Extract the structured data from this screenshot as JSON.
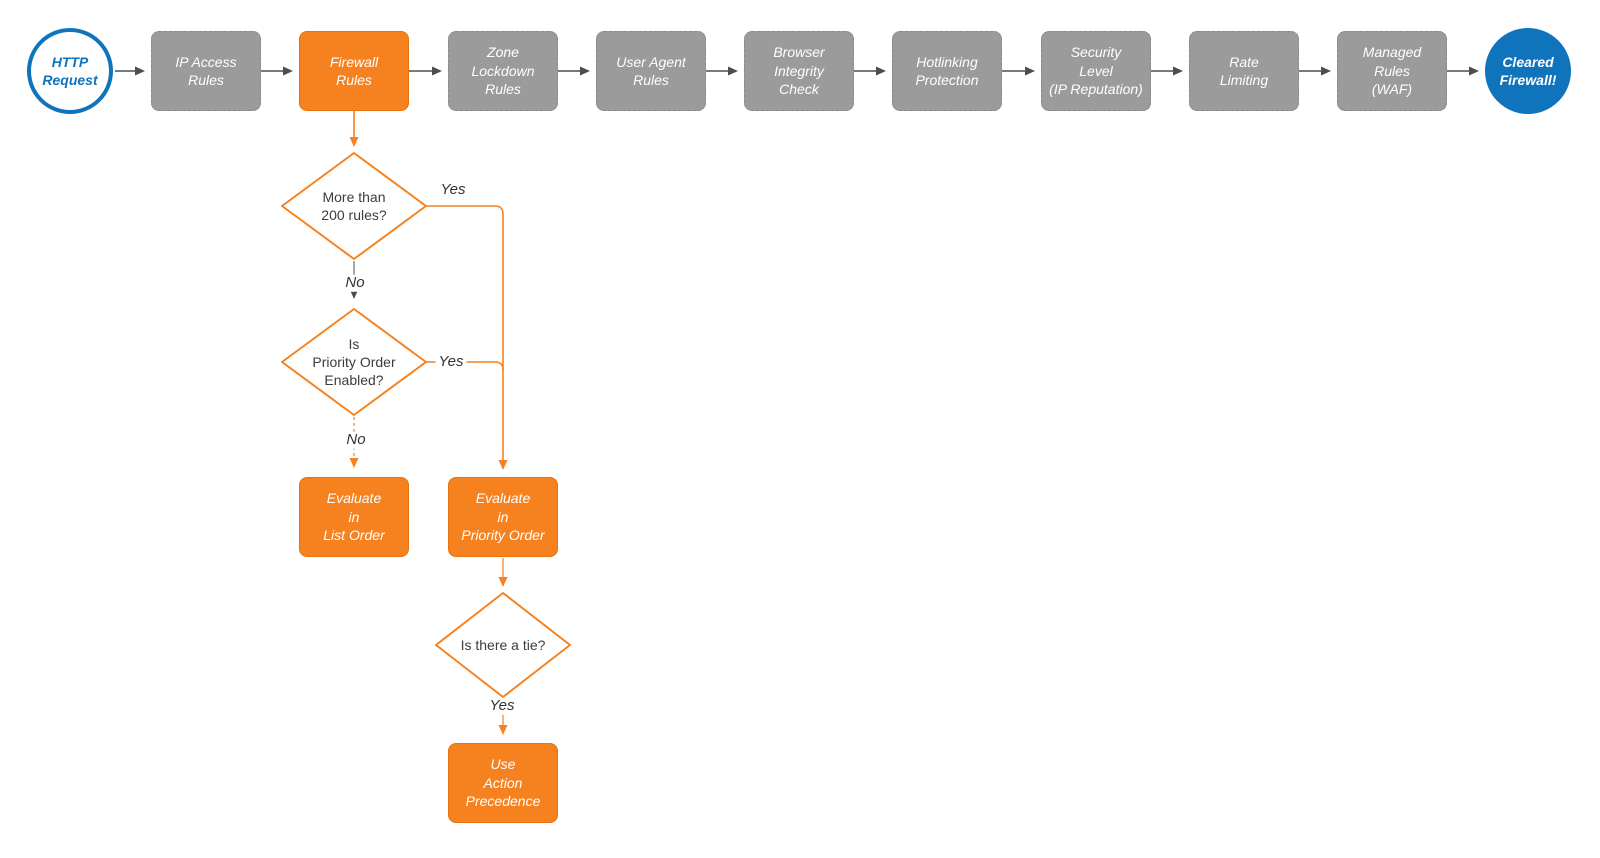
{
  "colors": {
    "accent_orange": "#F6821F",
    "node_gray": "#9B9B9B",
    "brand_blue": "#1074BC",
    "connector_gray": "#4D4D4D",
    "decision_text": "#3D3D3D"
  },
  "flow": {
    "start": {
      "label": "HTTP\nRequest"
    },
    "stages": [
      {
        "label": "IP Access\nRules"
      },
      {
        "label": "Firewall\nRules"
      },
      {
        "label": "Zone\nLockdown\nRules"
      },
      {
        "label": "User Agent\nRules"
      },
      {
        "label": "Browser\nIntegrity\nCheck"
      },
      {
        "label": "Hotlinking\nProtection"
      },
      {
        "label": "Security\nLevel\n(IP Reputation)"
      },
      {
        "label": "Rate\nLimiting"
      },
      {
        "label": "Managed\nRules\n(WAF)"
      }
    ],
    "end": {
      "label": "Cleared\nFirewall!"
    }
  },
  "decisions": [
    {
      "label": "More than\n200 rules?"
    },
    {
      "label": "Is\nPriority Order\nEnabled?"
    },
    {
      "label": "Is there a tie?"
    }
  ],
  "actions": [
    {
      "label": "Evaluate\nin\nList Order"
    },
    {
      "label": "Evaluate\nin\nPriority Order"
    },
    {
      "label": "Use\nAction\nPrecedence"
    }
  ],
  "edge_labels": {
    "d1_yes": "Yes",
    "d1_no": "No",
    "d2_yes": "Yes",
    "d2_no": "No",
    "d3_yes": "Yes"
  }
}
